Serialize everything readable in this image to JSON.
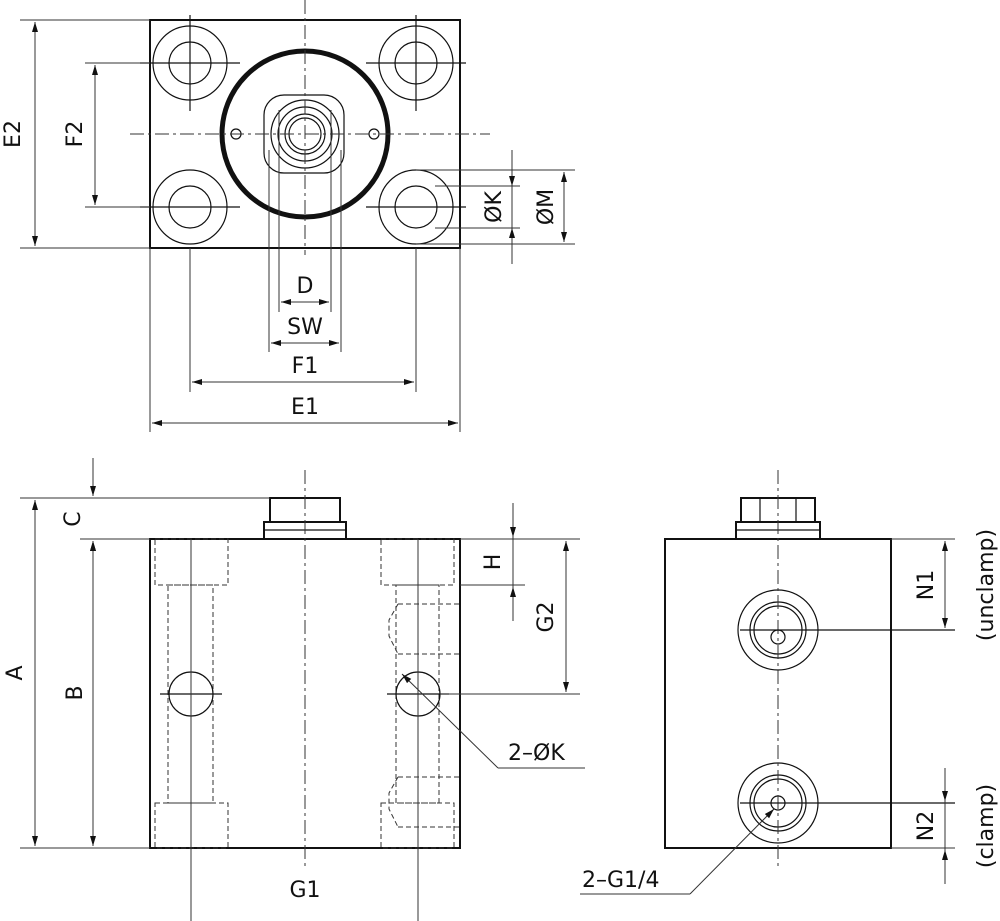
{
  "labels": {
    "E2": "E2",
    "F2": "F2",
    "phiK": "ØK",
    "phiM": "ØM",
    "D": "D",
    "SW": "SW",
    "F1": "F1",
    "E1": "E1",
    "C": "C",
    "A": "A",
    "B": "B",
    "H": "H",
    "G2": "G2",
    "G1": "G1",
    "holes": "2–ØK",
    "ports": "2–G1/4",
    "N1": "N1",
    "N2": "N2",
    "unclamp": "(unclamp)",
    "clamp": "(clamp)"
  }
}
